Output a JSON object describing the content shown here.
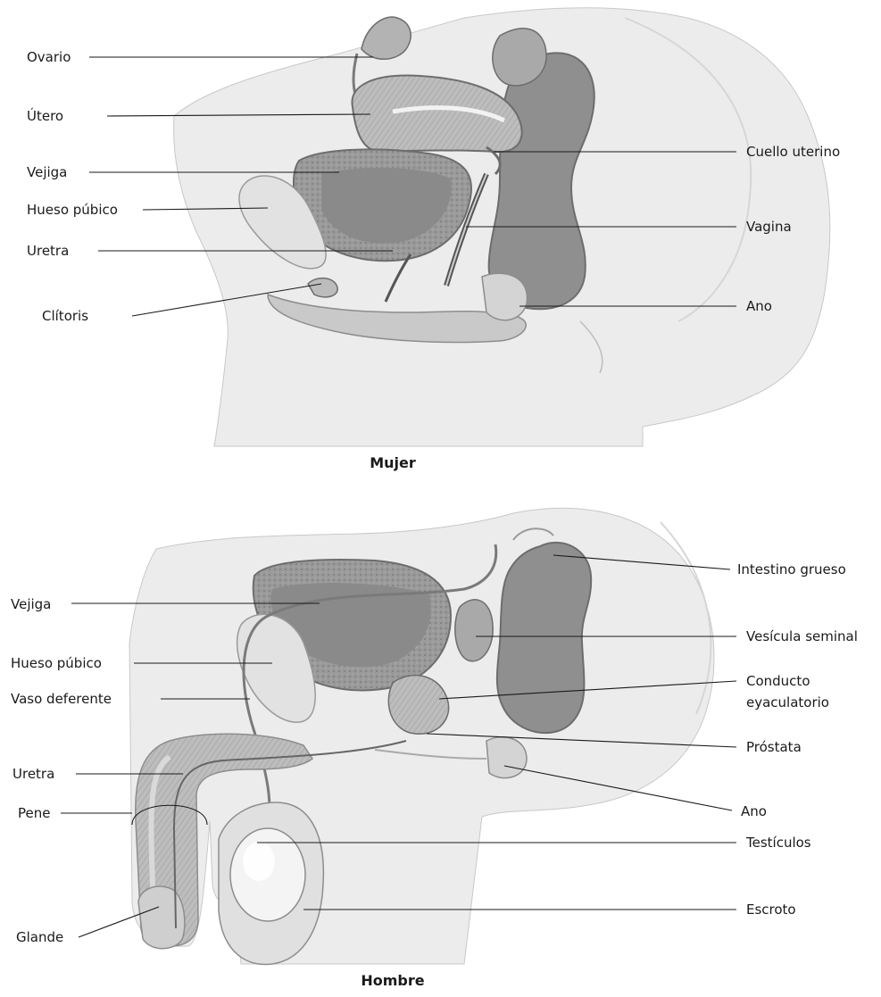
{
  "female": {
    "caption": "Mujer",
    "labels": {
      "ovario": "Ovario",
      "utero": "Útero",
      "vejiga": "Vejiga",
      "hueso_pubico": "Hueso púbico",
      "uretra": "Uretra",
      "clitoris": "Clítoris",
      "cuello_uterino": "Cuello uterino",
      "vagina": "Vagina",
      "ano": "Ano"
    }
  },
  "male": {
    "caption": "Hombre",
    "labels": {
      "vejiga": "Vejiga",
      "hueso_pubico": "Hueso púbico",
      "vaso_deferente": "Vaso deferente",
      "uretra": "Uretra",
      "pene": "Pene",
      "glande": "Glande",
      "intestino_grueso": "Intestino grueso",
      "vesicula_seminal": "Vesícula seminal",
      "conducto_line1": "Conducto",
      "conducto_line2": "eyaculatorio",
      "prostata": "Próstata",
      "ano": "Ano",
      "testiculos": "Testículos",
      "escroto": "Escroto"
    }
  }
}
